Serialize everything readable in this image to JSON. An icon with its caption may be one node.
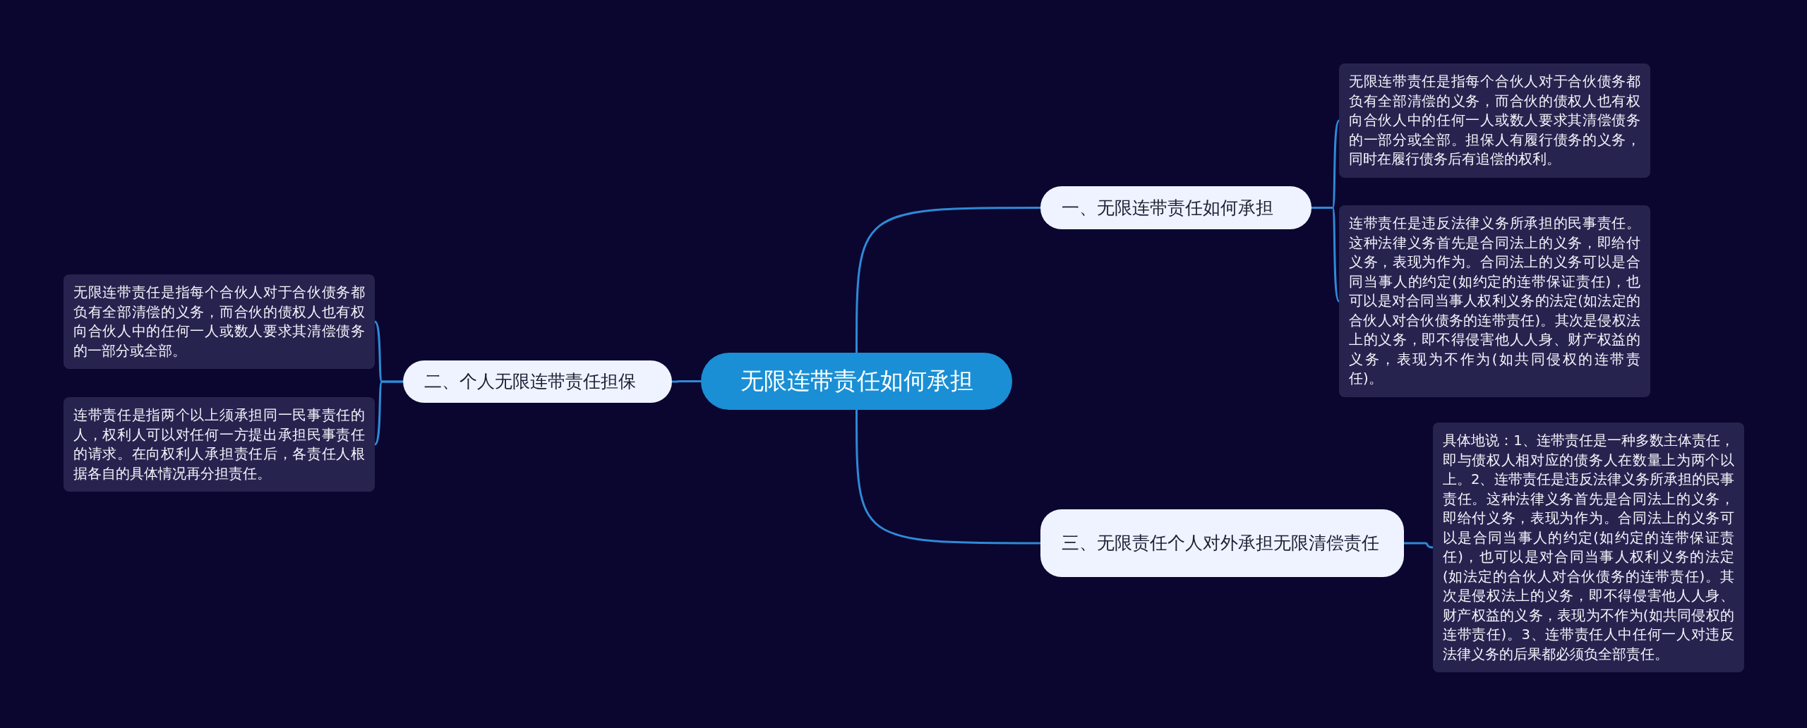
{
  "diagram": {
    "nodes": [
      {
        "text": [
          "无限连带责任如何承担"
        ]
      },
      {
        "text": [
          "一、无限连带责任如何承担"
        ]
      },
      {
        "text": [
          "无限连带责任是指每个合伙人对于合伙债务都负有全部清偿的义务，而合伙的债权人也有权向合伙人中的任何一人或数人要求其清偿债务的一部分或全部。担保人有履行债务的义务，同时在履行债务后有追偿的权利。"
        ]
      },
      {
        "text": [
          "连带责任是违反法律义务所承担的民事责任。这种法律义务首先是合同法上的义务，即给付义务，表现为作为。合同法上的义务可以是合同当事人的约定(如约定的连带保证责任)，也可以是对合同当事人权利义务的法定(如法定的合伙人对合伙债务的连带责任)。其次是侵权法上的义务，即不得侵害他人人身、财产权益的义务，表现为不作为(如共同侵权的连带责任)。"
        ]
      },
      {
        "text": [
          "二、个人无限连带责任担保"
        ]
      },
      {
        "text": [
          "无限连带责任是指每个合伙人对于合伙债务都负有全部清偿的义务，而合伙的债权人也有权向合伙人中的任何一人或数人要求其清偿债务的一部分或全部。"
        ]
      },
      {
        "text": [
          "连带责任是指两个以上须承担同一民事责任的人，权利人可以对任何一方提出承担民事责任的请求。在向权利人承担责任后，各责任人根据各自的具体情况再分担责任。"
        ]
      },
      {
        "text": [
          "三、无限责任个人对外承担无限清偿责任"
        ]
      },
      {
        "text": [
          "具体地说：1、连带责任是一种多数主体责任，即与债权人相对应的债务人在数量上为两个以上。2、连带责任是违反法律义务所承担的民事责任。这种法律义务首先是合同法上的义务，即给付义务，表现为作为。合同法上的义务可以是合同当事人的约定(如约定的连带保证责任)，也可以是对合同当事人权利义务的法定(如法定的合伙人对合伙债务的连带责任)。其次是侵权法上的义务，即不得侵害他人人身、财产权益的义务，表现为不作为(如共同侵权的连带责任)。3、连带责任人中任何一人对违反法律义务的后果都必须负全部责任。"
        ]
      }
    ],
    "edges": [
      {
        "from": 0,
        "to": 1,
        "arrow": "none"
      },
      {
        "from": 1,
        "to": 2,
        "arrow": "none"
      },
      {
        "from": 1,
        "to": 3,
        "arrow": "none"
      },
      {
        "from": 0,
        "to": 4,
        "arrow": "none"
      },
      {
        "from": 4,
        "to": 5,
        "arrow": "none"
      },
      {
        "from": 4,
        "to": 6,
        "arrow": "none"
      },
      {
        "from": 0,
        "to": 7,
        "arrow": "none"
      },
      {
        "from": 7,
        "to": 8,
        "arrow": "none"
      }
    ]
  }
}
